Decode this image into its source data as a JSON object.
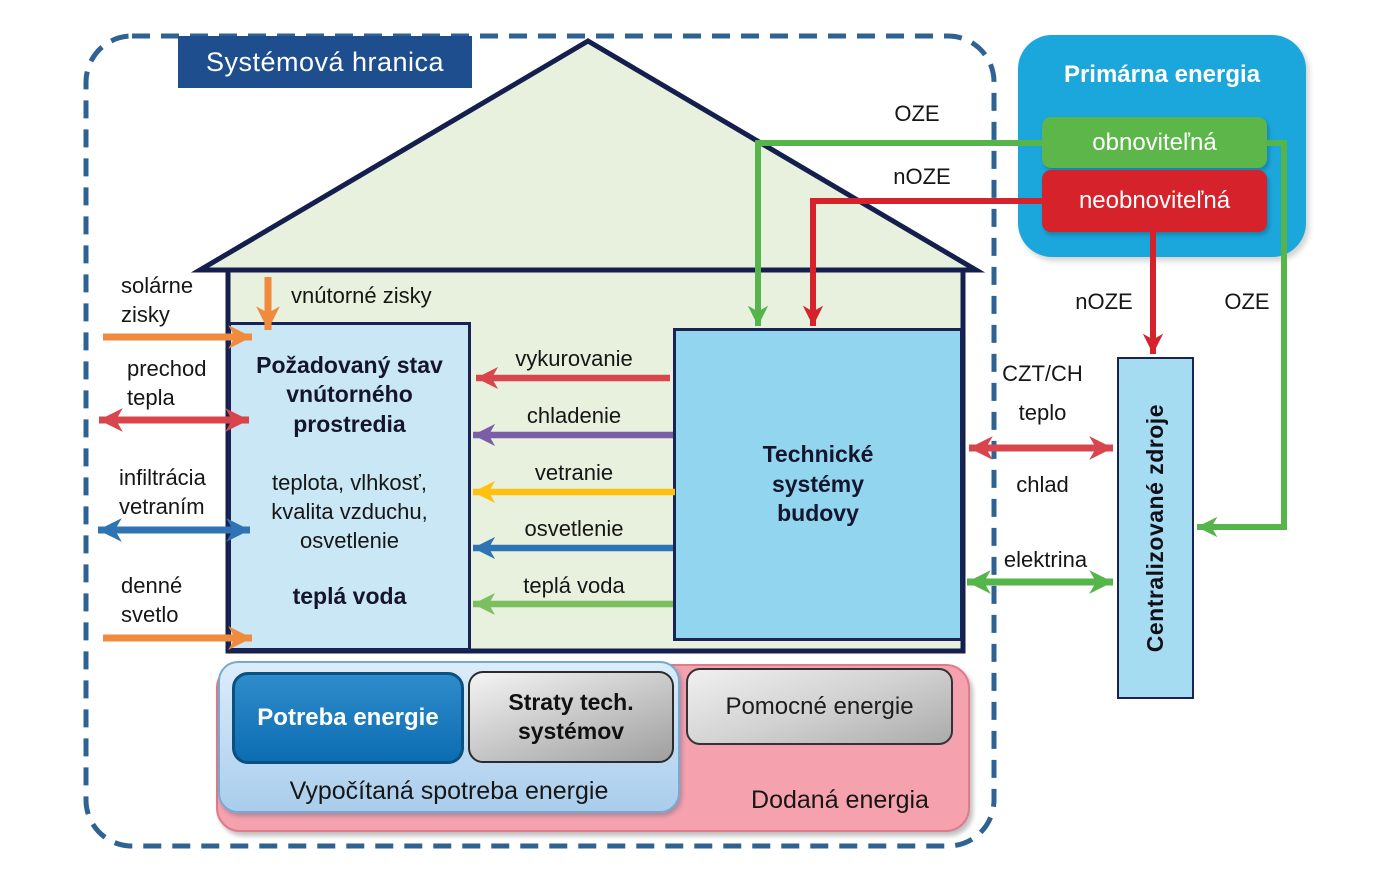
{
  "boundary": {
    "title": "Systémová hranica"
  },
  "house": {
    "demand_box": {
      "title": "Požadovaný stav vnútorného prostredia",
      "body": "teplota, vlhkosť, kvalita vzduchu, osvetlenie",
      "footer": "teplá voda"
    },
    "tech_box": {
      "label": "Technické systémy budovy"
    },
    "internal_gains_label": "vnútorné zisky"
  },
  "left_flows": [
    {
      "label": "solárne zisky",
      "color": "#F08A3C",
      "direction": "in"
    },
    {
      "label": "prechod tepla",
      "color": "#D8454D",
      "direction": "both"
    },
    {
      "label": "infiltrácia vetraním",
      "color": "#2E74B5",
      "direction": "both"
    },
    {
      "label": "denné svetlo",
      "color": "#F08A3C",
      "direction": "in"
    }
  ],
  "internal_flows": [
    {
      "label": "vykurovanie",
      "color": "#D8454D"
    },
    {
      "label": "chladenie",
      "color": "#7A5FA8"
    },
    {
      "label": "vetranie",
      "color": "#FFC110"
    },
    {
      "label": "osvetlenie",
      "color": "#2E74B5"
    },
    {
      "label": "teplá voda",
      "color": "#7CBF5E"
    }
  ],
  "primary_energy": {
    "title": "Primárna energia",
    "renewable": "obnoviteľná",
    "nonrenewable": "neobnoviteľná",
    "oze_label_house": "OZE",
    "noze_label_house": "nOZE",
    "noze_label_central": "nOZE",
    "oze_label_central": "OZE"
  },
  "central_sources": {
    "label": "Centralizované zdroje"
  },
  "grid_flows": {
    "czt_ch": "CZT/CH",
    "heat": "teplo",
    "cold": "chlad",
    "electricity": "elektrina"
  },
  "bottom": {
    "energy_need": "Potreba energie",
    "system_losses": "Straty tech. systémov",
    "auxiliary": "Pomocné energie",
    "calculated": "Vypočítaná spotreba energie",
    "delivered": "Dodaná energia"
  },
  "colors": {
    "boundary_dash": "#2E6293",
    "title_bg": "#1E4E8E",
    "house_fill": "#E7F1DE",
    "house_stroke": "#141F4D",
    "demand_box_fill": "#C9E7F4",
    "tech_box_fill": "#92D5EF",
    "primary_bg": "#1BA7DB",
    "renewable_green": "#5CB64A",
    "nonrenewable_red": "#D6232B",
    "central_fill": "#A6DCF2",
    "need_blue": "#1377BE",
    "calculated_blue": "#A9CDEC",
    "delivered_pink": "#F5A2AE"
  }
}
